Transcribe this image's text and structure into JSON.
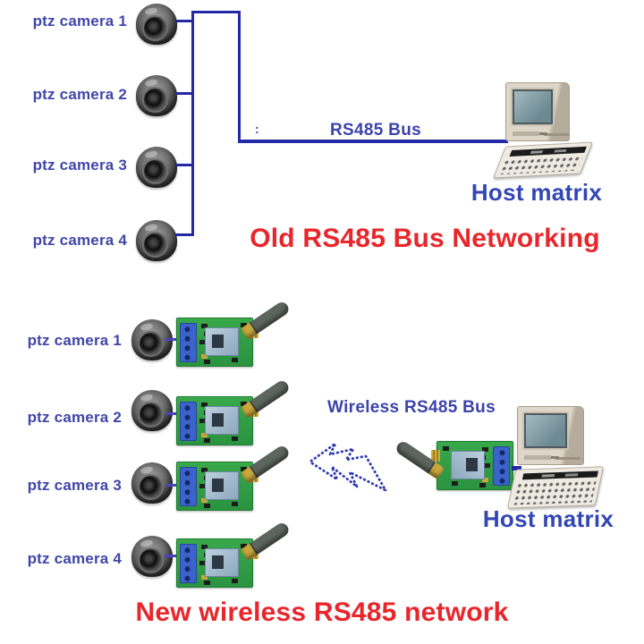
{
  "old_network": {
    "title": "Old RS485 Bus Networking",
    "bus_label": "RS485 Bus",
    "colon_mark": ":",
    "host_label": "Host matrix",
    "cameras": [
      {
        "label": "ptz camera 1"
      },
      {
        "label": "ptz camera 2"
      },
      {
        "label": "ptz camera 3"
      },
      {
        "label": "ptz camera 4"
      }
    ]
  },
  "new_network": {
    "title": "New wireless RS485 network",
    "bus_label": "Wireless RS485 Bus",
    "host_label": "Host matrix",
    "cameras": [
      {
        "label": "ptz camera 1"
      },
      {
        "label": "ptz camera 2"
      },
      {
        "label": "ptz camera 3"
      },
      {
        "label": "ptz camera 4"
      }
    ]
  },
  "colors": {
    "label_blue": "#4046a8",
    "bus_line_blue": "#2328a6",
    "title_red": "#e8262b",
    "pcb_green": "#2f9f43",
    "terminal_blue": "#3b63c9",
    "antenna_gold": "#c9a73b"
  }
}
